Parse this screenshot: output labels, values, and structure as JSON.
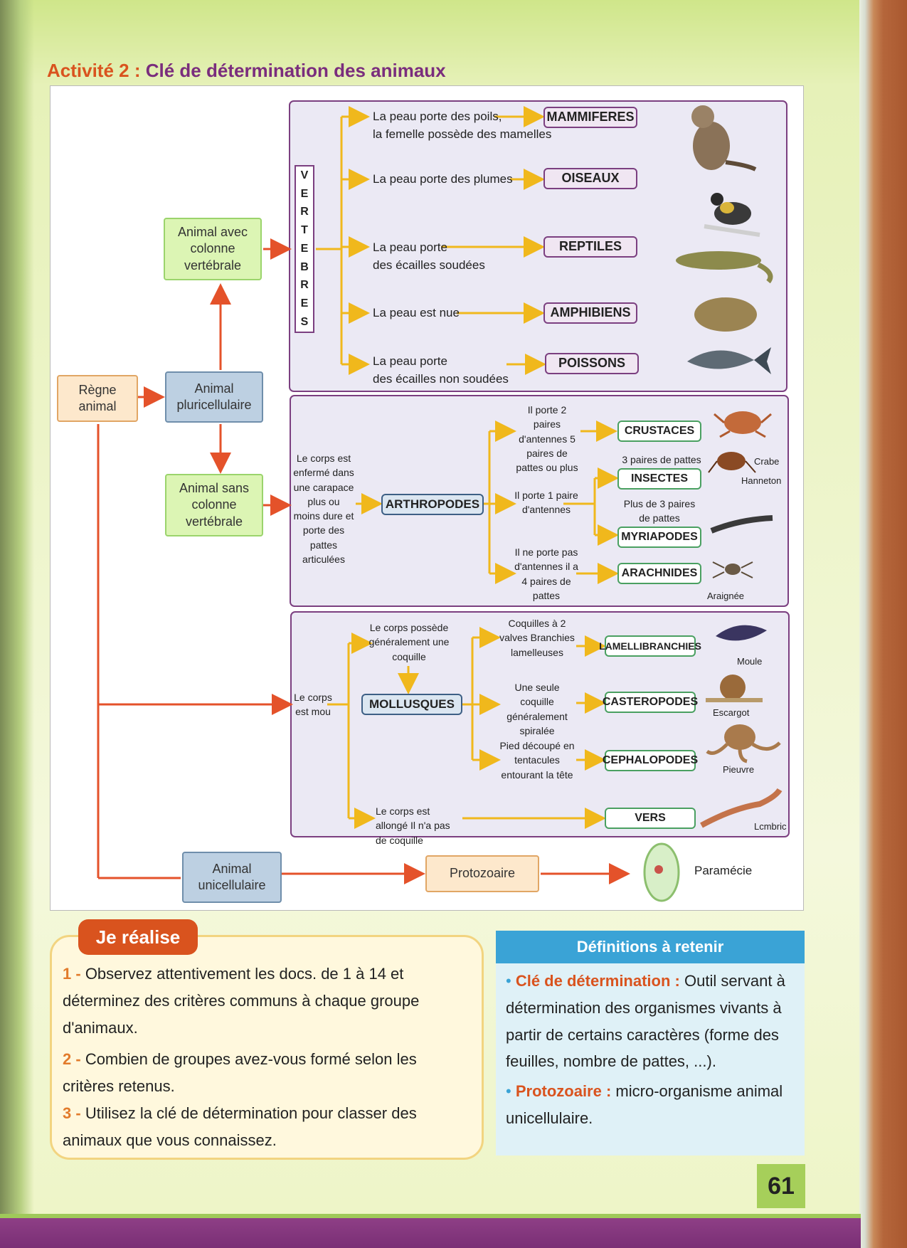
{
  "page": {
    "number": "61"
  },
  "header": {
    "activity": "Activité 2 :",
    "title": "Clé de détermination des animaux"
  },
  "diagram": {
    "regne": "Règne animal",
    "pluricellulaire": "Animal pluricellulaire",
    "avec_colonne": "Animal avec colonne vertébrale",
    "sans_colonne": "Animal sans colonne vertébrale",
    "unicellulaire": "Animal unicellulaire",
    "protozoaire": "Protozoaire",
    "paramecie": "Paramécie",
    "vertebres_letters": [
      "V",
      "E",
      "R",
      "T",
      "E",
      "B",
      "R",
      "E",
      "S"
    ],
    "vertebres": [
      {
        "criterion": "La peau porte des poils,\nla femelle possède des mamelles",
        "group": "MAMMIFERES"
      },
      {
        "criterion": "La peau porte des plumes",
        "group": "OISEAUX"
      },
      {
        "criterion": "La peau porte\ndes écailles soudées",
        "group": "REPTILES"
      },
      {
        "criterion": "La peau est nue",
        "group": "AMPHIBIENS"
      },
      {
        "criterion": "La peau porte\ndes écailles non soudées",
        "group": "POISSONS"
      }
    ],
    "arthropodes": {
      "criterion": "Le corps est enfermé dans une carapace plus ou moins dure et porte des pattes articulées",
      "group": "ARTHROPODES",
      "c1": "Il porte 2 paires d'antennes 5 paires de pattes ou plus",
      "c2": "Il porte 1 paire d'antennes",
      "c2a": "3 paires de pattes",
      "c2b": "Plus de 3 paires de pattes",
      "c3": "Il ne porte pas d'antennes il a 4 paires de pattes",
      "crustaces": "CRUSTACES",
      "insectes": "INSECTES",
      "myriapodes": "MYRIAPODES",
      "arachnides": "ARACHNIDES",
      "cap_crabe": "Crabe",
      "cap_hanneton": "Hanneton",
      "cap_araignee": "Araignée"
    },
    "mou": {
      "criterion": "Le corps est mou",
      "coquille": "Le corps possède généralement une coquille",
      "group": "MOLLUSQUES",
      "m1": "Coquilles à 2 valves Branchies lamelleuses",
      "m2": "Une seule coquille généralement spiralée",
      "m3": "Pied découpé en tentacules entourant la tête",
      "g1": "LAMELLIBRANCHIES",
      "g2": "CASTEROPODES",
      "g3": "CEPHALOPODES",
      "vers_crit": "Le corps est allongé Il n'a pas de coquille",
      "vers": "VERS",
      "cap_moule": "Moule",
      "cap_escargot": "Escargot",
      "cap_pieuvre": "Pieuvre",
      "cap_lombric": "Lcmbric"
    }
  },
  "realise": {
    "tab": "Je réalise",
    "q1n": "1 -",
    "q1": "Observez attentivement les docs.  de 1 à 14 et déterminez des critères communs à chaque groupe d'animaux.",
    "q2n": "2 -",
    "q2": "Combien de groupes avez-vous formé selon les critères retenus.",
    "q3n": "3 -",
    "q3": "Utilisez la clé de détermination pour classer des animaux que vous connaissez."
  },
  "definitions": {
    "title": "Définitions à retenir",
    "d1_term": "Clé de détermination :",
    "d1_text": "Outil servant à détermination des organismes vivants à partir de certains caractères (forme des feuilles, nombre de pattes, ...).",
    "d2_term": "Protozoaire :",
    "d2_text": "micro-organisme animal unicellulaire."
  }
}
